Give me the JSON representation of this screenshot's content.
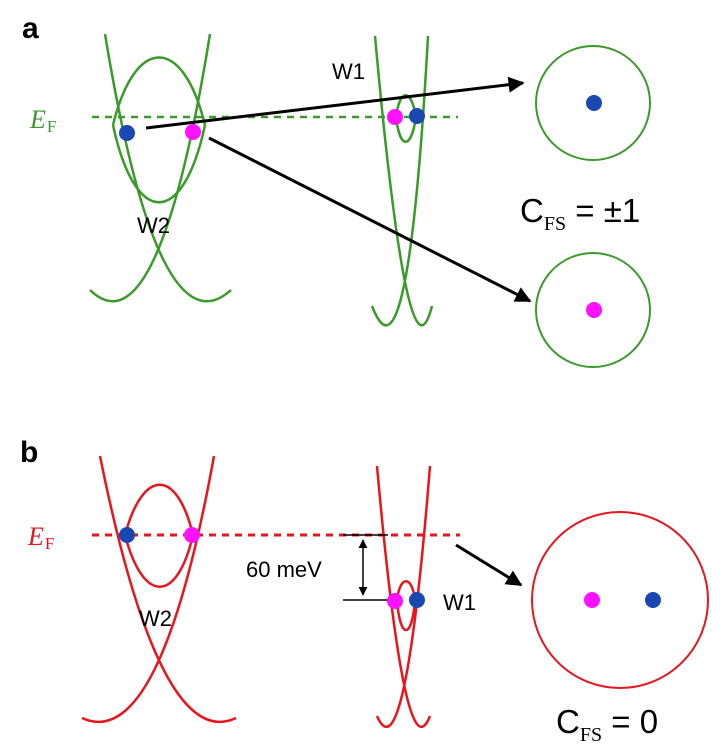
{
  "colors": {
    "panel_a_band": "#3a9a2a",
    "panel_b_band": "#e8141e",
    "dot_blue": "#1848b0",
    "dot_magenta": "#ff10ff",
    "arrow": "#000000"
  },
  "panel_a": {
    "label": "a",
    "fermi_main": "E",
    "fermi_sub": "F",
    "w1_label": "W1",
    "w2_label": "W2",
    "chern_main": "C",
    "chern_sub": "FS",
    "chern_value": " = ±1"
  },
  "panel_b": {
    "label": "b",
    "fermi_main": "E",
    "fermi_sub": "F",
    "w1_label": "W1",
    "w2_label": "W2",
    "energy_gap_label": "60 meV",
    "chern_main": "C",
    "chern_sub": "FS",
    "chern_value": " = 0"
  }
}
